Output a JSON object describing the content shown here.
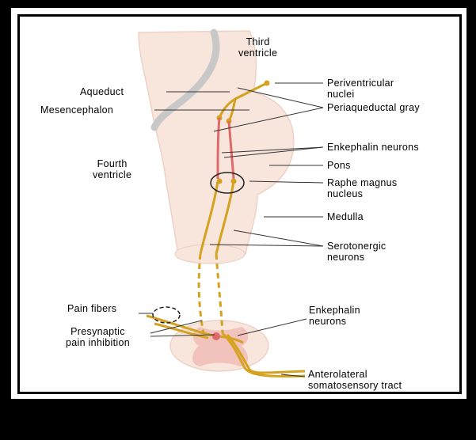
{
  "labels": {
    "third_ventricle": "Third\nventricle",
    "aqueduct": "Aqueduct",
    "mesencephalon": "Mesencephalon",
    "fourth_ventricle": "Fourth\nventricle",
    "periventricular_nuclei": "Periventricular\nnuclei",
    "periaqueductal_gray": "Periaqueductal gray",
    "enkephalin_neurons_upper": "Enkephalin neurons",
    "pons": "Pons",
    "raphe_magnus_nucleus": "Raphe magnus\nnucleus",
    "medulla": "Medulla",
    "serotonergic_neurons": "Serotonergic\nneurons",
    "pain_fibers": "Pain fibers",
    "presynaptic_pain_inhibition": "Presynaptic\npain inhibition",
    "enkephalin_neurons_lower": "Enkephalin\nneurons",
    "anterolateral_tract": "Anterolateral\nsomatosensory tract"
  },
  "colors": {
    "background": "#000000",
    "tissue": "#f8e6dc",
    "tissue_edge": "#ecd2c6",
    "aqueduct_gray": "#c8c8c8",
    "serotonergic_gold": "#d4a21e",
    "enkephalin_red": "#e06a6a",
    "gray_matter_pink": "#f2c2bc",
    "pointer_line": "#333333"
  }
}
